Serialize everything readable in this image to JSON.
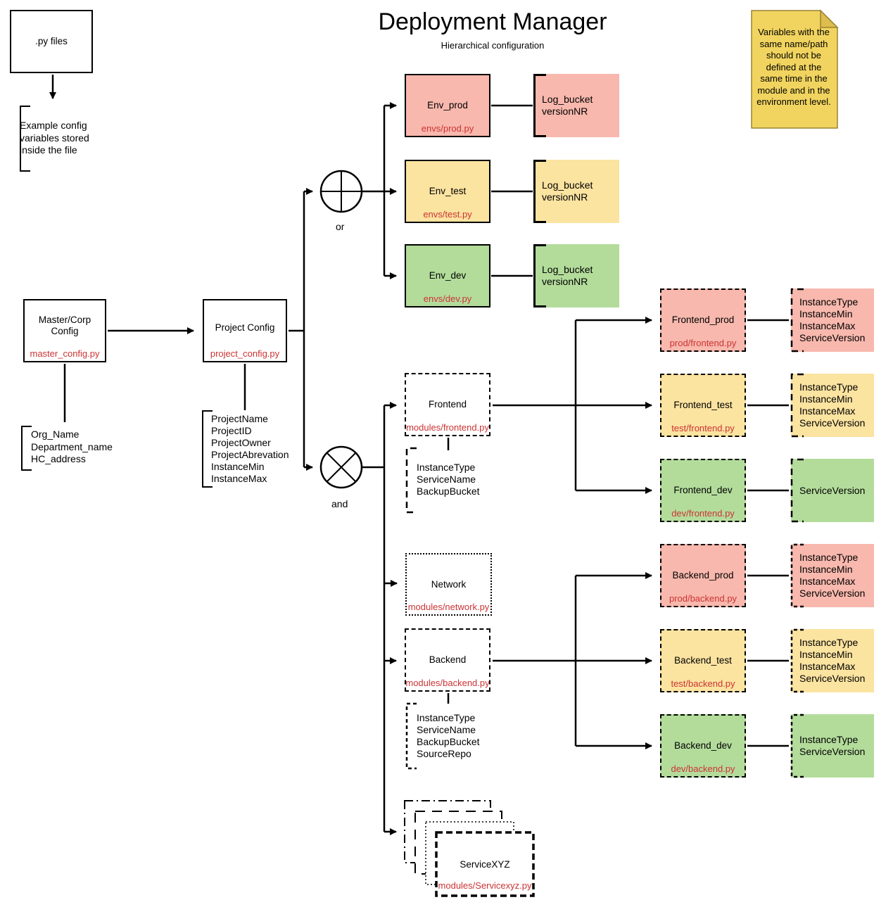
{
  "title": "Deployment Manager",
  "subtitle": "Hierarchical configuration",
  "py_files": {
    "label": ".py files",
    "note_lines": [
      "Example config",
      "variables stored",
      "inside the file"
    ]
  },
  "sticky_note": {
    "lines": [
      "Variables with the",
      "same name/path",
      "should not be",
      "defined at the",
      "same time in the",
      "module and in  the",
      "environment level."
    ]
  },
  "gates": {
    "or_label": "or",
    "and_label": "and"
  },
  "master_config": {
    "label": "Master/Corp Config",
    "path": "master_config.py",
    "variables": [
      "Org_Name",
      "Department_name",
      "HC_address"
    ]
  },
  "project_config": {
    "label": "Project Config",
    "path": "project_config.py",
    "variables": [
      "ProjectName",
      "ProjectID",
      "ProjectOwner",
      "ProjectAbrevation",
      "InstanceMin",
      "InstanceMax"
    ]
  },
  "environments": [
    {
      "name": "Env_prod",
      "path": "envs/prod.py",
      "attrs": [
        "Log_bucket",
        "versionNR"
      ]
    },
    {
      "name": "Env_test",
      "path": "envs/test.py",
      "attrs": [
        "Log_bucket",
        "versionNR"
      ]
    },
    {
      "name": "Env_dev",
      "path": "envs/dev.py",
      "attrs": [
        "Log_bucket",
        "versionNR"
      ]
    }
  ],
  "modules": {
    "frontend": {
      "name": "Frontend",
      "path": "modules/frontend.py",
      "variables": [
        "InstanceType",
        "ServiceName",
        "BackupBucket"
      ]
    },
    "network": {
      "name": "Network",
      "path": "modules/network.py"
    },
    "backend": {
      "name": "Backend",
      "path": "modules/backend.py",
      "variables": [
        "InstanceType",
        "ServiceName",
        "BackupBucket",
        "SourceRepo"
      ]
    },
    "service_xyz": {
      "name": "ServiceXYZ",
      "path": "modules/Servicexyz.py"
    }
  },
  "frontend_envs": [
    {
      "name": "Frontend_prod",
      "path": "prod/frontend.py",
      "attrs": [
        "InstanceType",
        "InstanceMin",
        "InstanceMax",
        "ServiceVersion"
      ]
    },
    {
      "name": "Frontend_test",
      "path": "test/frontend.py",
      "attrs": [
        "InstanceType",
        "InstanceMin",
        "InstanceMax",
        "ServiceVersion"
      ]
    },
    {
      "name": "Frontend_dev",
      "path": "dev/frontend.py",
      "attrs": [
        "ServiceVersion"
      ]
    }
  ],
  "backend_envs": [
    {
      "name": "Backend_prod",
      "path": "prod/backend.py",
      "attrs": [
        "InstanceType",
        "InstanceMin",
        "InstanceMax",
        "ServiceVersion"
      ]
    },
    {
      "name": "Backend_test",
      "path": "test/backend.py",
      "attrs": [
        "InstanceType",
        "InstanceMin",
        "InstanceMax",
        "ServiceVersion"
      ]
    },
    {
      "name": "Backend_dev",
      "path": "dev/backend.py",
      "attrs": [
        "InstanceType",
        "ServiceVersion"
      ]
    }
  ],
  "colors": {
    "prod": "#f8b8ad",
    "test": "#fbe3a0",
    "dev": "#b3dc9b",
    "path_text": "#cc3333",
    "note_fill": "#f1d45f",
    "note_fold": "#ddbd4d",
    "line": "#000000"
  }
}
